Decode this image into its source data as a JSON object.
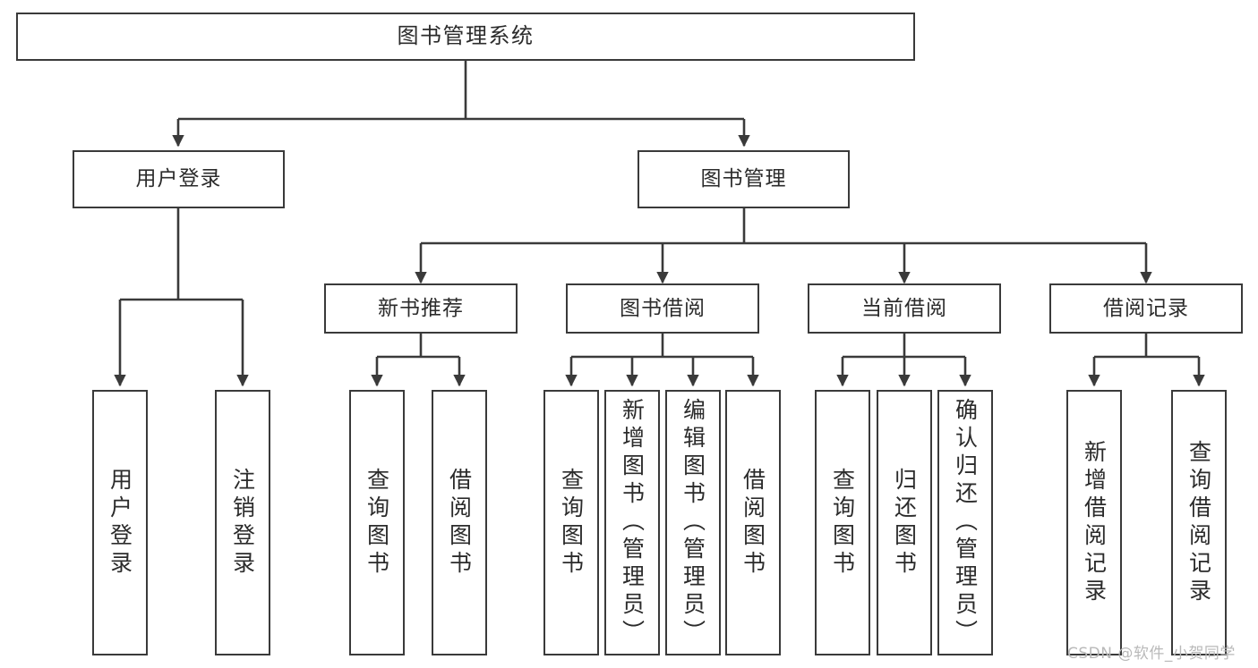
{
  "diagram": {
    "title": "图书管理系统",
    "type": "function-structure-tree",
    "orientation": "top-down",
    "root": {
      "label": "图书管理系统"
    },
    "level2": [
      {
        "id": "user-login",
        "label": "用户登录"
      },
      {
        "id": "book-manage",
        "label": "图书管理"
      }
    ],
    "level3": [
      {
        "id": "new-book-rec",
        "label": "新书推荐",
        "parent": "book-manage"
      },
      {
        "id": "book-borrow",
        "label": "图书借阅",
        "parent": "book-manage"
      },
      {
        "id": "current-borrow",
        "label": "当前借阅",
        "parent": "book-manage"
      },
      {
        "id": "borrow-record",
        "label": "借阅记录",
        "parent": "book-manage"
      }
    ],
    "leaves": {
      "user-login": [
        {
          "id": "leaf-user-login",
          "label": "用户登录"
        },
        {
          "id": "leaf-logout",
          "label": "注销登录"
        }
      ],
      "new-book-rec": [
        {
          "id": "leaf-query-book-1",
          "label": "查询图书"
        },
        {
          "id": "leaf-borrow-book-1",
          "label": "借阅图书"
        }
      ],
      "book-borrow": [
        {
          "id": "leaf-query-book-2",
          "label": "查询图书"
        },
        {
          "id": "leaf-add-book",
          "label": "新增图书（管理员）"
        },
        {
          "id": "leaf-edit-book",
          "label": "编辑图书（管理员）"
        },
        {
          "id": "leaf-borrow-book-2",
          "label": "借阅图书"
        }
      ],
      "current-borrow": [
        {
          "id": "leaf-query-book-3",
          "label": "查询图书"
        },
        {
          "id": "leaf-return-book",
          "label": "归还图书"
        },
        {
          "id": "leaf-confirm-return",
          "label": "确认归还（管理员）"
        }
      ],
      "borrow-record": [
        {
          "id": "leaf-add-record",
          "label": "新增借阅记录"
        },
        {
          "id": "leaf-query-record",
          "label": "查询借阅记录"
        }
      ]
    }
  },
  "watermark": {
    "text": "CSDN @软件_小贺同学"
  },
  "colors": {
    "box_border": "#3a3a3a",
    "box_fill": "#ffffff",
    "connector": "#3a3a3a",
    "text": "#2b2b2b",
    "watermark": "#b9b9b9",
    "background": "#ffffff"
  }
}
